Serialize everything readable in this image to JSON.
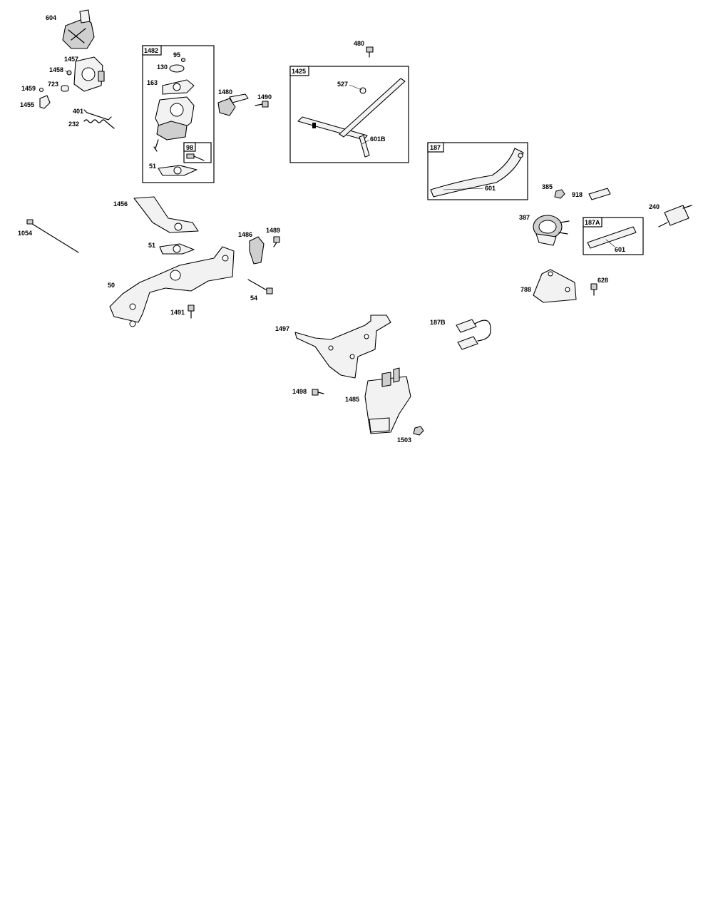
{
  "callouts": {
    "c604": "604",
    "c1457": "1457",
    "c1458": "1458",
    "c1459": "1459",
    "c723": "723",
    "c1455": "1455",
    "c401": "401",
    "c232": "232",
    "c1482": "1482",
    "c95": "95",
    "c130": "130",
    "c163": "163",
    "c98": "98",
    "c51a": "51",
    "c1480": "1480",
    "c1490": "1490",
    "c480": "480",
    "c1425": "1425",
    "c527": "527",
    "c601B": "601B",
    "c187": "187",
    "c601a": "601",
    "c385": "385",
    "c918": "918",
    "c240": "240",
    "c387": "387",
    "c187A": "187A",
    "c601b": "601",
    "c1456": "1456",
    "c1054": "1054",
    "c1486": "1486",
    "c1489": "1489",
    "c51b": "51",
    "c50": "50",
    "c54": "54",
    "c1491": "1491",
    "c788": "788",
    "c628": "628",
    "c1497": "1497",
    "c187B": "187B",
    "c1498": "1498",
    "c1485": "1485",
    "c1503": "1503"
  },
  "icons": {
    "carb-icon": "carburetor",
    "filter-icon": "fuel-filter",
    "pump-icon": "fuel-pump",
    "solenoid-icon": "fuel-solenoid",
    "hose-icon": "fuel-hose"
  }
}
